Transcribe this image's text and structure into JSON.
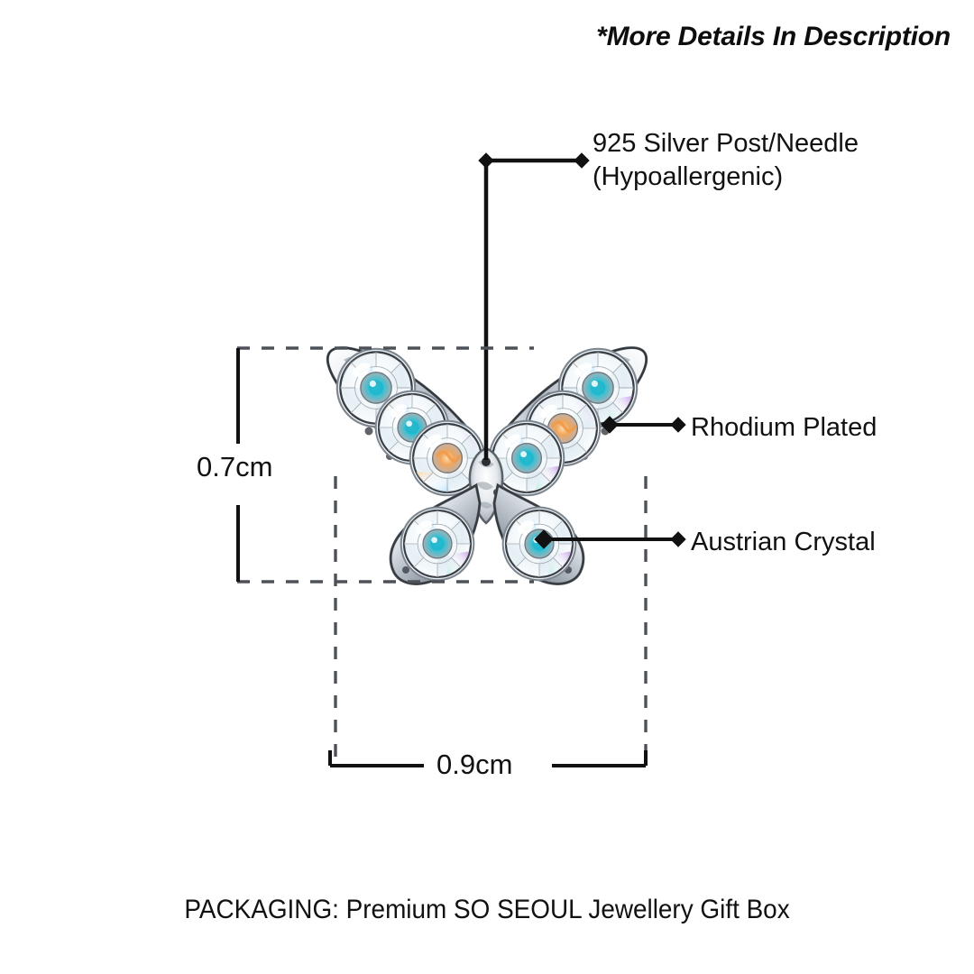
{
  "header": {
    "note": "*More Details In Description"
  },
  "callouts": [
    {
      "id": "post",
      "line1": "925 Silver Post/Needle",
      "line2": "(Hypoallergenic)",
      "marker": "diamond-marker"
    },
    {
      "id": "rhodium",
      "line1": "Rhodium Plated",
      "line2": "",
      "marker": "diamond-marker"
    },
    {
      "id": "crystal",
      "line1": "Austrian Crystal",
      "line2": "",
      "marker": "diamond-marker"
    }
  ],
  "dimensions": {
    "height": "0.7cm",
    "width": "0.9cm"
  },
  "packaging": {
    "text": "PACKAGING: Premium SO SEOUL Jewellery Gift Box"
  },
  "product": {
    "name": "butterfly-stud-earring",
    "description": "Rhodium plated butterfly stud set with aurora borealis Austrian crystals",
    "colors": {
      "metal_light": "#ffffff",
      "metal_mid": "#c9ced4",
      "metal_shadow": "#6d757e",
      "metal_dark": "#3a4046",
      "crystal_pale": "#f2f7fb",
      "crystal_cyan": "#2fc8d8",
      "crystal_warm": "#f0a65c",
      "crystal_violet": "#c39ad6",
      "outline": "#111111"
    },
    "crystals": [
      {
        "wing": "upper-left",
        "index": 1
      },
      {
        "wing": "upper-left",
        "index": 2
      },
      {
        "wing": "upper-left",
        "index": 3
      },
      {
        "wing": "upper-right",
        "index": 1
      },
      {
        "wing": "upper-right",
        "index": 2
      },
      {
        "wing": "upper-right",
        "index": 3
      },
      {
        "wing": "lower-left",
        "index": 1
      },
      {
        "wing": "lower-right",
        "index": 1
      }
    ]
  },
  "guides": {
    "line_color": "#111111",
    "dashed_color": "#555a60"
  }
}
